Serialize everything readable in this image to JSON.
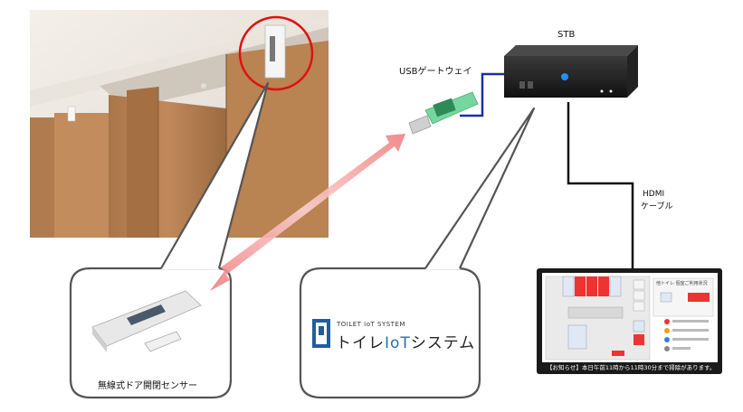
{
  "labels": {
    "usb_gateway": "USBゲートウェイ",
    "stb": "STB",
    "hdmi": "HDMI",
    "cable": "ケーブル",
    "sensor": "無線式ドア開閉センサー"
  },
  "logo": {
    "small": "TOILET IoT SYSTEM",
    "big_prefix": "トイレ",
    "big_highlight": "IoT",
    "big_suffix": "システム"
  },
  "screen": {
    "notice": "【お知らせ】本日午前11時から11時30分まで掃除があります。",
    "panel_title": "他トイレ 個室ご利用状況"
  },
  "colors": {
    "arrow": "#f2a0a0",
    "bubble_border": "#555555",
    "cable": "#111111",
    "usb_cable": "#1a2ea8",
    "accent": "#2b6cb0"
  }
}
